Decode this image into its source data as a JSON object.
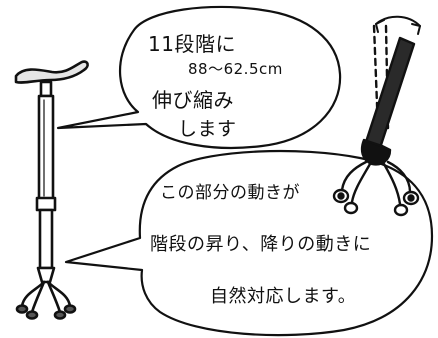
{
  "colors": {
    "ink": "#111111",
    "paper": "#ffffff",
    "metal": "#d8d8d8"
  },
  "icons": [
    "cane-illustration",
    "cane-base-closeup-illustration",
    "rotation-arrow-icon"
  ],
  "bubble_top": {
    "line1": "11段階に",
    "line2": "88〜62.5cm",
    "line3": "伸び縮み",
    "line4": "します"
  },
  "bubble_bottom": {
    "line1": "この部分の動きが",
    "line2": "階段の昇り、降りの動きに",
    "line3": "自然対応します。"
  }
}
